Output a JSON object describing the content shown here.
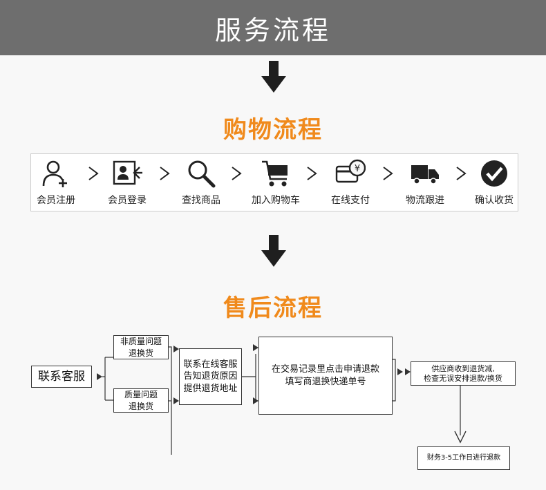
{
  "header": {
    "title": "服务流程"
  },
  "shopping": {
    "title": "购物流程",
    "steps": [
      {
        "label": "会员注册",
        "icon": "user-add-icon"
      },
      {
        "label": "会员登录",
        "icon": "login-card-icon"
      },
      {
        "label": "查找商品",
        "icon": "search-icon"
      },
      {
        "label": "加入购物车",
        "icon": "cart-icon"
      },
      {
        "label": "在线支付",
        "icon": "payment-card-icon"
      },
      {
        "label": "物流跟进",
        "icon": "truck-icon"
      },
      {
        "label": "确认收货",
        "icon": "check-circle-icon"
      }
    ]
  },
  "aftersale": {
    "title": "售后流程",
    "contact": "联系客服",
    "branch_non_quality": [
      "非质量问题",
      "退换货"
    ],
    "branch_quality": [
      "质量问题",
      "退换货"
    ],
    "online_service": [
      "联系在线客服",
      "告知退货原因",
      "提供退货地址"
    ],
    "trade_record": [
      "在交易记录里点击申请退款",
      "填写商退换快递单号"
    ],
    "supplier": [
      "供应商收到退货减,",
      "检查无误安排退款/换货"
    ],
    "finance": "财务3-5工作日进行退款"
  },
  "colors": {
    "accent": "#f08a1c",
    "header_bg": "#6e6e6e",
    "arrow": "#1f1f1f"
  }
}
